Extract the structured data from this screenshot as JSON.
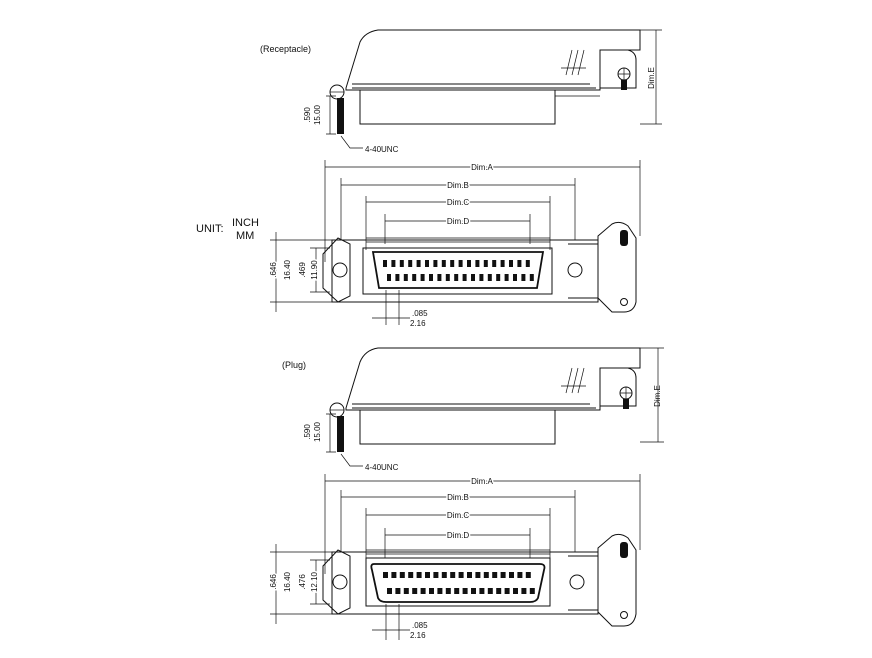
{
  "labels": {
    "receptacle": "(Receptacle)",
    "plug": "(Plug)",
    "unit": "UNIT:",
    "unit_inch": "INCH",
    "unit_mm": "MM",
    "screw": "4-40UNC",
    "dim_a": "Dim.A",
    "dim_b": "Dim.B",
    "dim_c": "Dim.C",
    "dim_d": "Dim.D",
    "dim_e": "Dim.E",
    "h590": ".590",
    "h1500": "15.00",
    "h646": ".646",
    "h1640": "16.40",
    "h469": ".469",
    "h1190": "11.90",
    "h476": ".476",
    "h1210": "12.10",
    "p085": ".085",
    "p216": "2.16"
  },
  "colors": {
    "line": "#111111",
    "background": "#ffffff"
  }
}
